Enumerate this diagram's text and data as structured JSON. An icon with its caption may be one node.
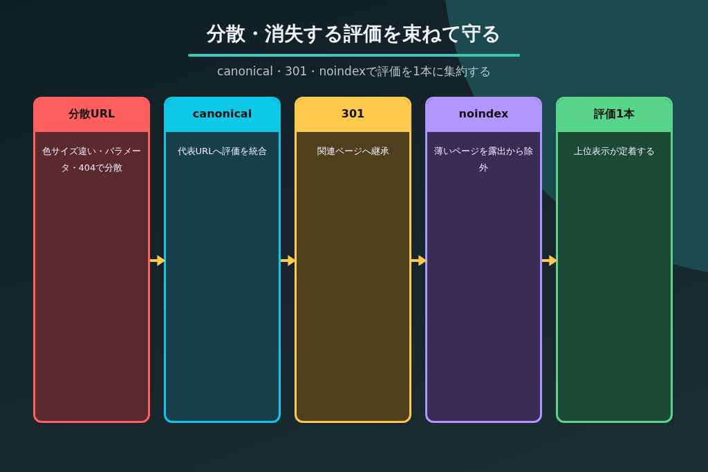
{
  "diagram": {
    "title": "分散・消失する評価を束ねて守る",
    "caption": "canonical・301・noindexで評価を1本に集約する",
    "nodes": [
      {
        "text": [
          "分散URL",
          "色サイズ違い・パラメータ・404で分散"
        ]
      },
      {
        "text": [
          "canonical",
          "代表URLへ評価を統合"
        ]
      },
      {
        "text": [
          "301",
          "関連ページへ継承"
        ]
      },
      {
        "text": [
          "noindex",
          "薄いページを露出から除外"
        ]
      },
      {
        "text": [
          "評価1本",
          "上位表示が定着する"
        ]
      }
    ],
    "edges": [
      {
        "from": 0,
        "to": 1,
        "arrow": "to"
      },
      {
        "from": 1,
        "to": 2,
        "arrow": "to"
      },
      {
        "from": 2,
        "to": 3,
        "arrow": "to"
      },
      {
        "from": 3,
        "to": 4,
        "arrow": "to"
      }
    ]
  }
}
